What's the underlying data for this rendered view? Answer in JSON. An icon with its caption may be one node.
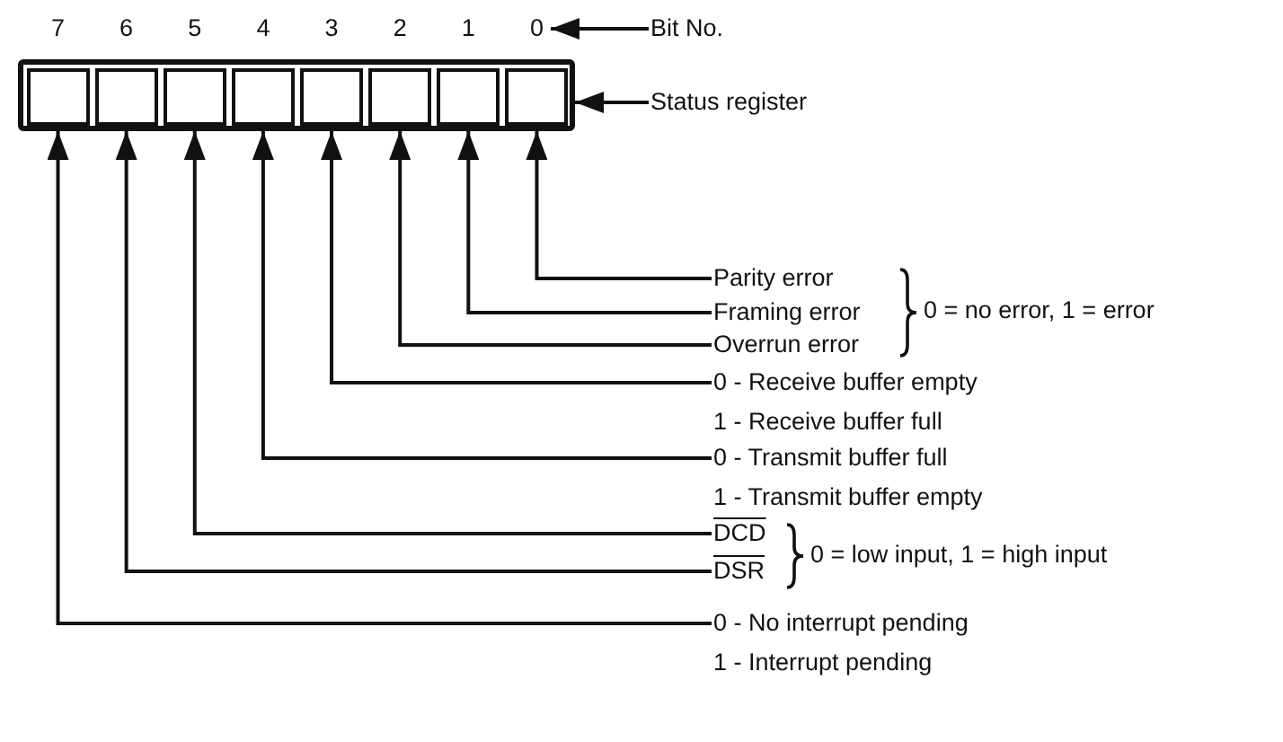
{
  "diagram": {
    "nodes": [
      {
        "text": [],
        "shape": "box"
      },
      {
        "text": [],
        "shape": "box",
        "in": 0
      },
      {
        "text": [],
        "shape": "box",
        "in": 0
      },
      {
        "text": [],
        "shape": "box",
        "in": 0
      },
      {
        "text": [],
        "shape": "box",
        "in": 0
      },
      {
        "text": [],
        "shape": "box",
        "in": 0
      },
      {
        "text": [],
        "shape": "box",
        "in": 0
      },
      {
        "text": [],
        "shape": "box",
        "in": 0
      },
      {
        "text": [],
        "shape": "box",
        "in": 0
      },
      {
        "text": [
          "Bit No."
        ]
      },
      {
        "text": [
          "Status register"
        ]
      },
      {
        "text": [
          "Parity error"
        ]
      },
      {
        "text": [
          "Framing error"
        ]
      },
      {
        "text": [
          "Overrun error"
        ]
      },
      {
        "text": [
          "0 - Receive buffer empty",
          "1 - Receive buffer full"
        ]
      },
      {
        "text": [
          "0 - Transmit buffer full",
          "1 - Transmit buffer empty"
        ]
      },
      {
        "text": [
          "DCD"
        ]
      },
      {
        "text": [
          "DSR"
        ]
      },
      {
        "text": [
          "0 - No interrupt pending",
          "1 - Interrupt pending"
        ]
      },
      {
        "text": [
          "7"
        ]
      },
      {
        "text": [
          "6"
        ]
      },
      {
        "text": [
          "5"
        ]
      },
      {
        "text": [
          "4"
        ]
      },
      {
        "text": [
          "3"
        ]
      },
      {
        "text": [
          "2"
        ]
      },
      {
        "text": [
          "1"
        ]
      },
      {
        "text": [
          "0"
        ]
      }
    ],
    "edges": [
      {
        "from": 9,
        "to": 26,
        "arrow": "to"
      },
      {
        "from": 10,
        "to": 0,
        "arrow": "to"
      },
      {
        "from": 11,
        "to": 8,
        "arrow": "to"
      },
      {
        "from": 12,
        "to": 7,
        "arrow": "to"
      },
      {
        "from": 13,
        "to": 6,
        "arrow": "to"
      },
      {
        "from": 14,
        "to": 5,
        "arrow": "to"
      },
      {
        "from": 15,
        "to": 4,
        "arrow": "to"
      },
      {
        "from": 16,
        "to": 3,
        "arrow": "to"
      },
      {
        "from": 17,
        "to": 2,
        "arrow": "to"
      },
      {
        "from": 18,
        "to": 1,
        "arrow": "to"
      }
    ],
    "labels": [
      "0 = no error, 1 = error",
      "0 = low input, 1 = high input"
    ]
  }
}
